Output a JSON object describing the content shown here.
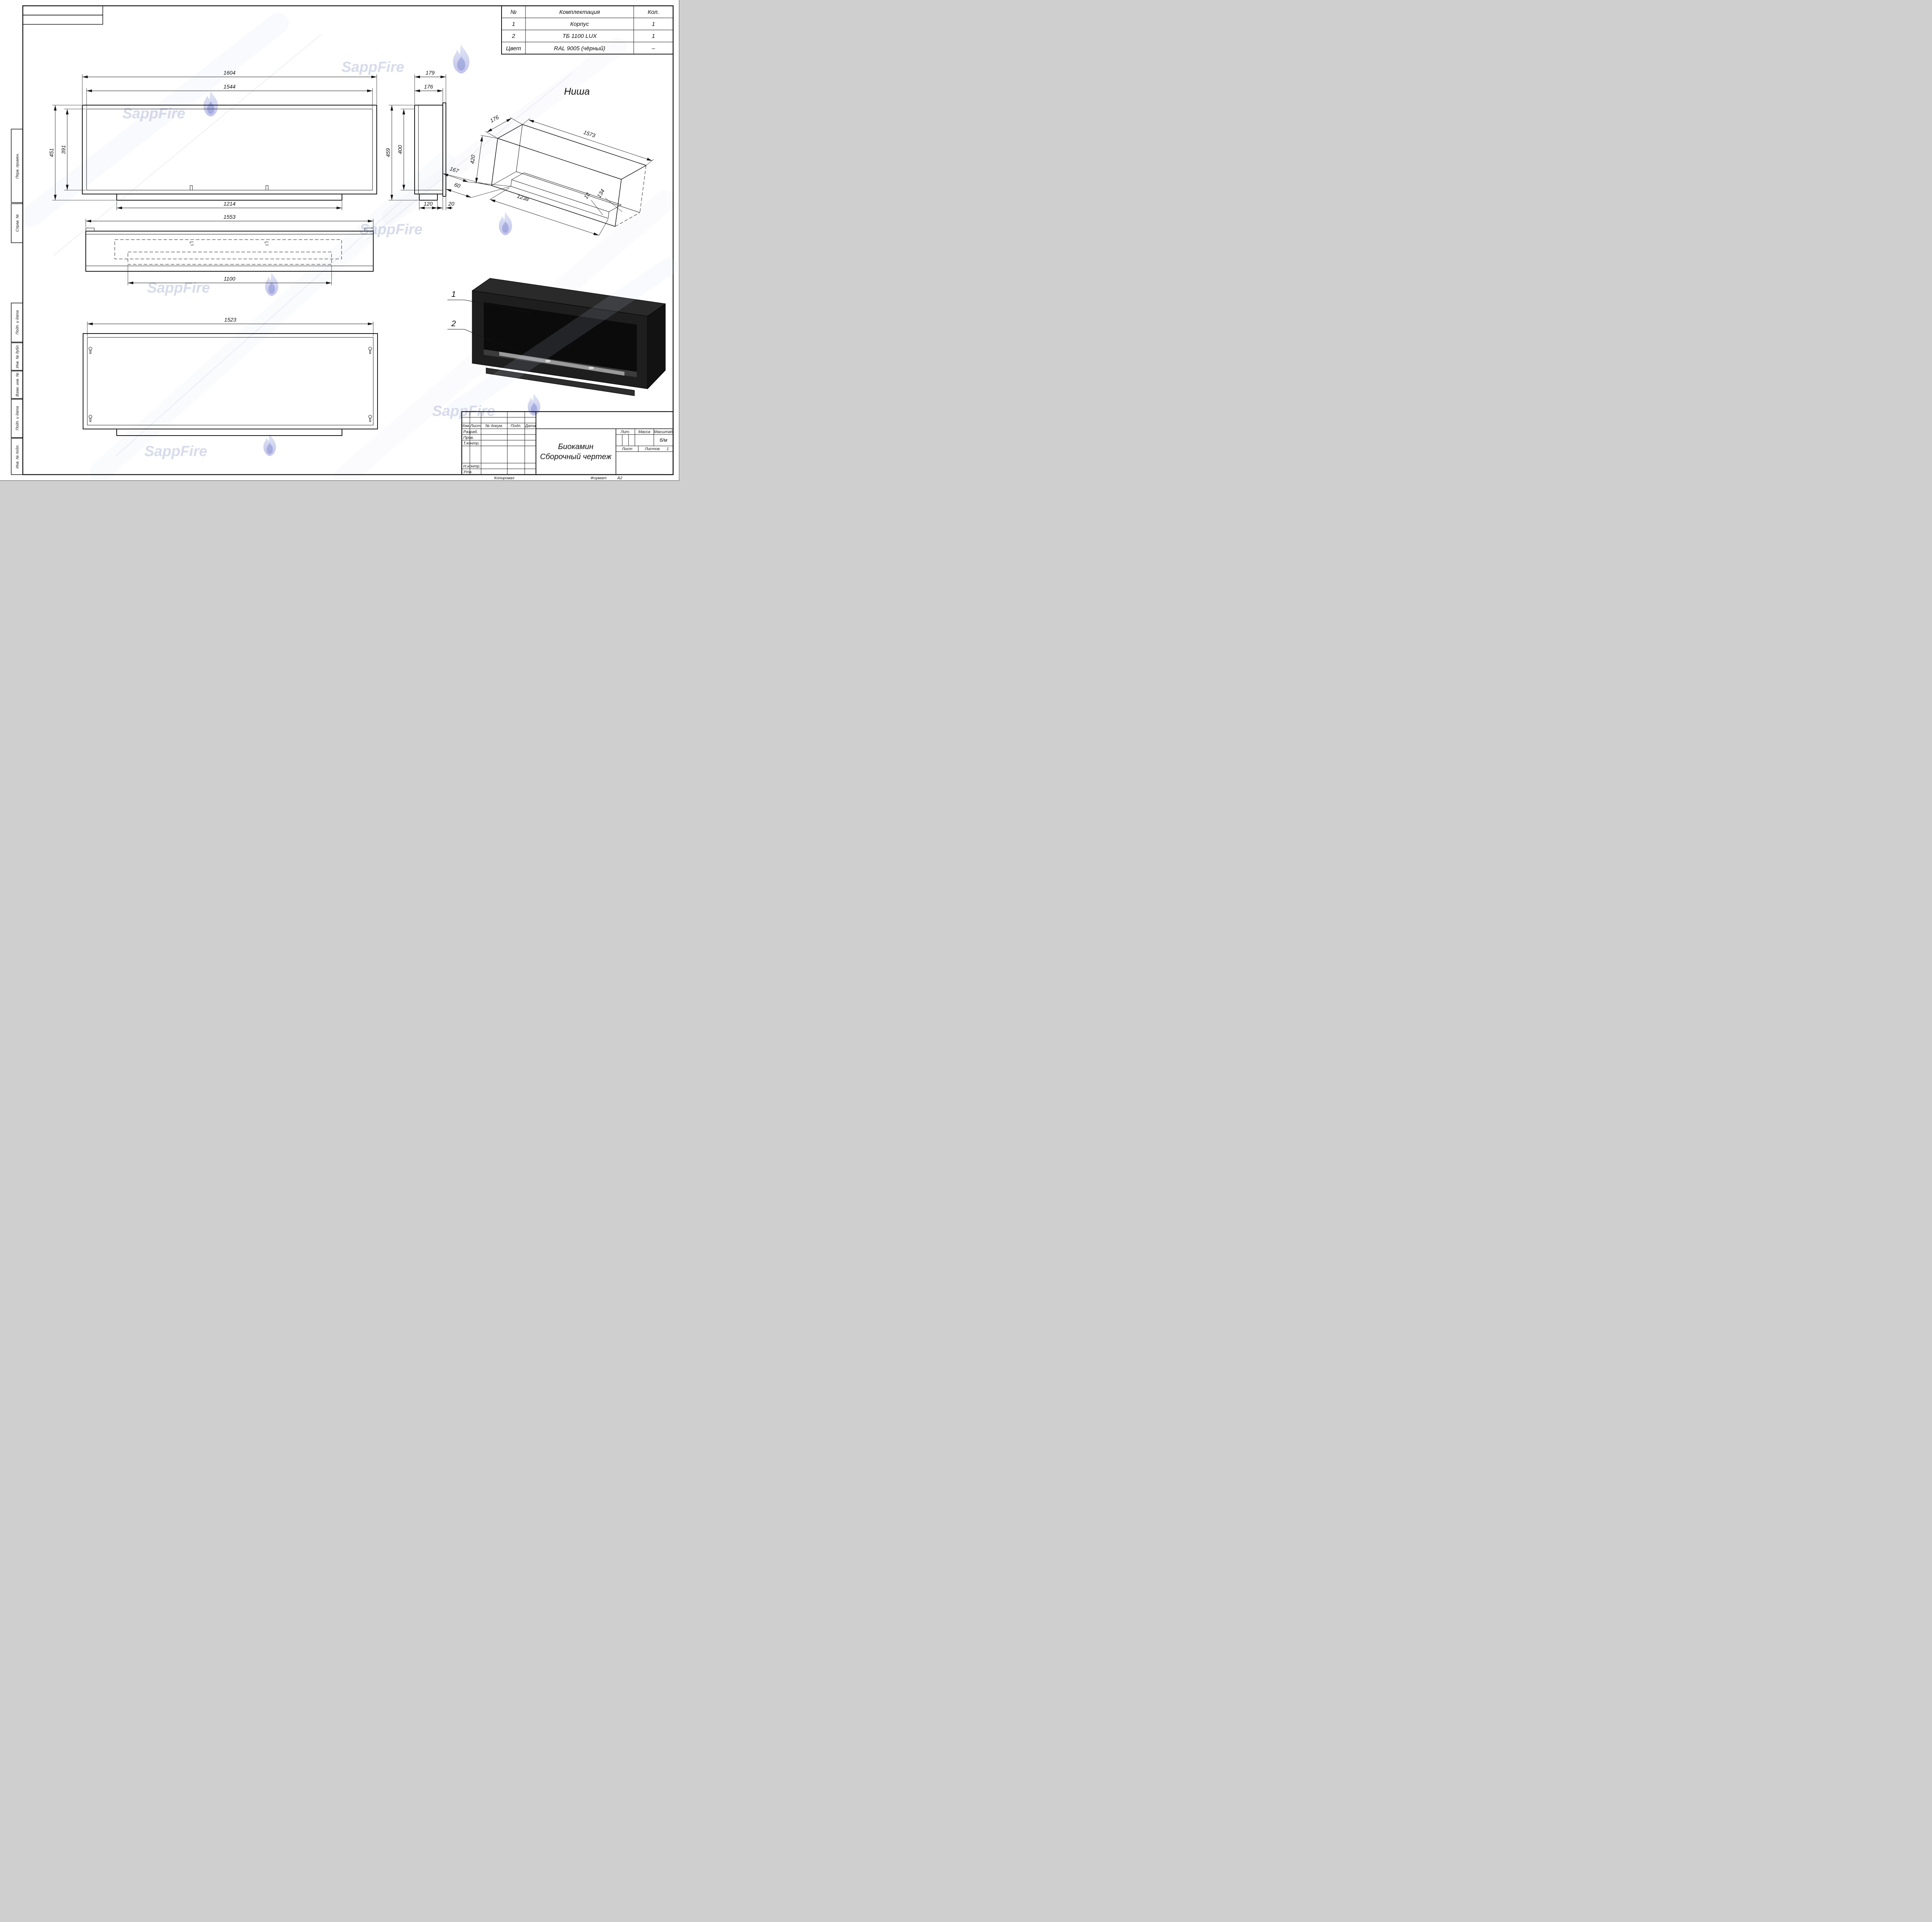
{
  "watermark": {
    "text": "SappFire"
  },
  "labels": {
    "niche": "Ниша"
  },
  "parts_table": {
    "headers": [
      "№",
      "Комплектация",
      "Кол."
    ],
    "rows": [
      [
        "1",
        "Корпус",
        "1"
      ],
      [
        "2",
        "ТБ 1100 LUX",
        "1"
      ],
      [
        "Цвет",
        "RAL 9005 (чёрный)",
        "–"
      ]
    ]
  },
  "margin_labels": [
    "Перв. примен.",
    "Справ. №",
    "Подп. и дата",
    "Инв. № дубл.",
    "Взам. инв. №",
    "Подп. и дата",
    "Инв. № подл."
  ],
  "dims": {
    "front_w_outer": "1604",
    "front_w_inner": "1544",
    "front_h_outer": "451",
    "front_h_inner": "391",
    "front_base": "1214",
    "side_d_outer": "179",
    "side_d_inner": "176",
    "side_h_outer": "459",
    "side_h_inner": "400",
    "side_base": "120",
    "side_flange": "20",
    "top_w": "1553",
    "top_burner": "1100",
    "back_w": "1523",
    "niche_depth": "176",
    "niche_len": "1573",
    "niche_h": "420",
    "niche_front": "167",
    "niche_bottom": "60",
    "niche_tray": "1238",
    "niche_gap": "13",
    "niche_side": "134"
  },
  "callouts": {
    "c1": "1",
    "c2": "2"
  },
  "title_block": {
    "rev_cols": [
      "Изм.",
      "Лист",
      "№ докум.",
      "Подп.",
      "Дата"
    ],
    "sig_rows": [
      "Разраб.",
      "Пров.",
      "Т.контр.",
      "Н.контр.",
      "Утв."
    ],
    "name_line1": "Биокамин",
    "name_line2": "Сборочный чертеж",
    "lit_label": "Лит.",
    "mass_label": "Масса",
    "scale_label": "Масштаб",
    "scale_value": "б/м",
    "sheet_label": "Лист",
    "sheets_label": "Листов",
    "sheets_value": "1",
    "copied_label": "Копировал",
    "format_label": "Формат",
    "format_value": "А2"
  }
}
